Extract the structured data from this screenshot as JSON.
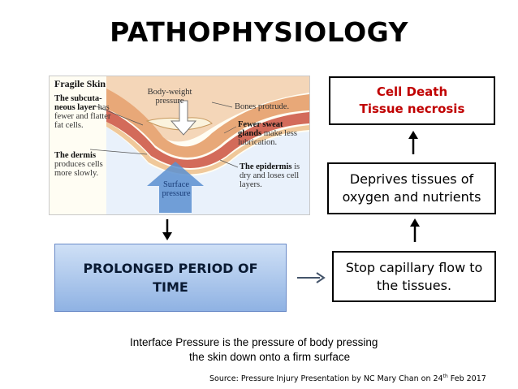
{
  "title": "PATHOPHYSIOLOGY",
  "figure": {
    "heading": "Fragile Skin",
    "subcutaneous_term": "The subcuta-neous layer",
    "subcutaneous_desc": "has fewer and flatter fat cells.",
    "dermis_term": "The dermis",
    "dermis_desc": "produces cells more slowly.",
    "body_weight": "Body-weight pressure",
    "surface": "Surface pressure",
    "bones": "Bones protrude.",
    "sweat_term": "Fewer sweat glands",
    "sweat_desc": "make less lubrication.",
    "epidermis_term": "The epidermis",
    "epidermis_desc": "is dry and loses cell layers."
  },
  "boxes": {
    "cell_death_line1": "Cell Death",
    "cell_death_line2": "Tissue necrosis",
    "deprives_line1": "Deprives tissues of",
    "deprives_line2": "oxygen and nutrients",
    "stop_line1": "Stop capillary flow to",
    "stop_line2": "the tissues.",
    "prolonged_line1": "PROLONGED PERIOD OF",
    "prolonged_line2": "TIME"
  },
  "caption": {
    "line1": "Interface Pressure is the pressure of body pressing",
    "line2": "the skin down onto a firm surface"
  },
  "source": {
    "text": "Source: Pressure Injury Presentation by NC Mary Chan on 24",
    "sup": "th",
    "tail": " Feb 2017"
  },
  "colors": {
    "red_text": "#c00000",
    "blue_box": "#8fb2e3",
    "skin_layer": "#e8a878",
    "pressure_arrow": "#5a8fd0"
  }
}
